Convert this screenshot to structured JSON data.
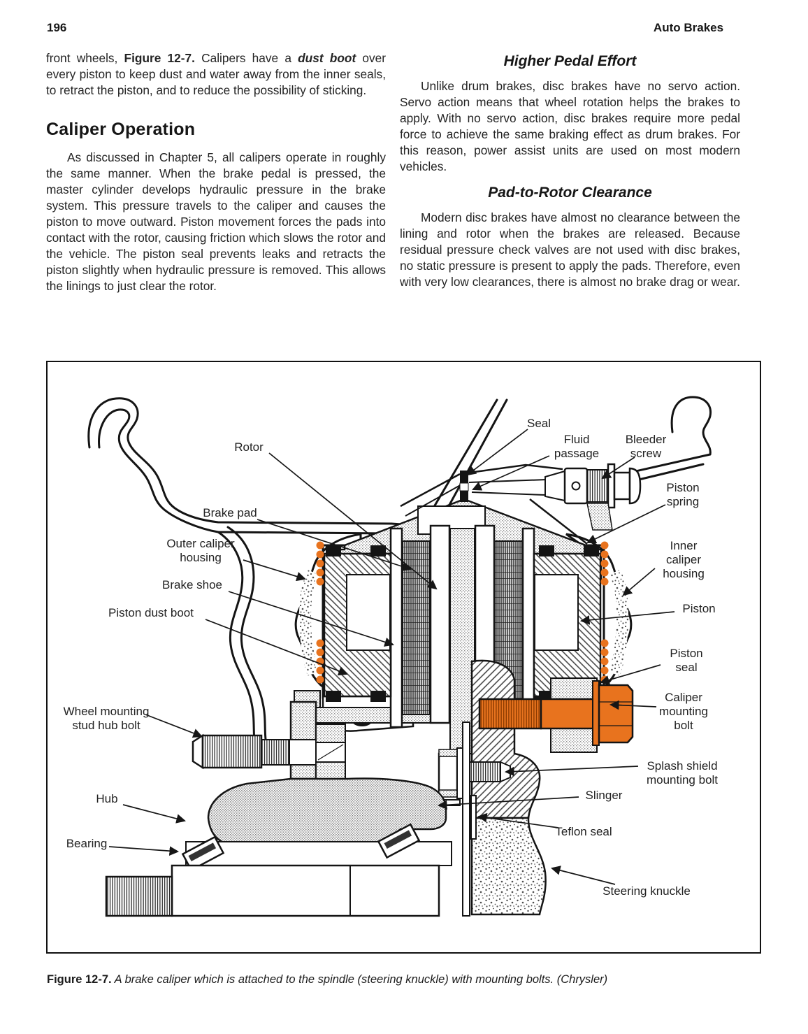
{
  "page": {
    "number": "196",
    "running_head": "Auto Brakes"
  },
  "left_column": {
    "continuation": [
      {
        "text": "front wheels, "
      },
      {
        "text": "Figure 12-7.",
        "style": "bold"
      },
      {
        "text": " Calipers have a "
      },
      {
        "text": "dust boot",
        "style": "bold-italic"
      },
      {
        "text": " over every piston to keep dust and water away from the inner seals, to retract the piston, and to reduce the possibility of sticking."
      }
    ],
    "section_heading": "Caliper Operation",
    "paragraph": "As discussed in Chapter 5, all calipers operate in roughly the same manner. When the brake pedal is pressed, the master cylinder develops hydraulic pressure in the brake system. This pressure travels to the caliper and causes the piston to move outward. Piston movement forces the pads into contact with the rotor, causing friction which slows the rotor and the vehicle. The piston seal prevents leaks and retracts the piston slightly when hydraulic pressure is removed. This allows the linings to just clear the rotor."
  },
  "right_column": {
    "sections": [
      {
        "heading": "Higher Pedal Effort",
        "paragraph": "Unlike drum brakes, disc brakes have no servo action. Servo action means that wheel rotation helps the brakes to apply. With no servo action, disc brakes require more pedal force to achieve the same braking effect as drum brakes. For this reason, power assist units are used on most modern vehicles."
      },
      {
        "heading": "Pad-to-Rotor Clearance",
        "paragraph": "Modern disc brakes have almost no clearance between the lining and rotor when the brakes are released. Because residual pressure check valves are not used with disc brakes, no static pressure is present to apply the pads. Therefore, even with very low clearances, there is almost no brake drag or wear."
      }
    ]
  },
  "figure": {
    "accent_color": "#e8731e",
    "labels": [
      {
        "name": "seal",
        "text": "Seal"
      },
      {
        "name": "fluid-passage",
        "text": "Fluid passage"
      },
      {
        "name": "bleeder-screw",
        "text": "Bleeder screw"
      },
      {
        "name": "rotor",
        "text": "Rotor"
      },
      {
        "name": "piston-spring",
        "text": "Piston spring"
      },
      {
        "name": "brake-pad",
        "text": "Brake pad"
      },
      {
        "name": "outer-caliper-housing",
        "text": "Outer caliper housing"
      },
      {
        "name": "inner-caliper-housing",
        "text": "Inner caliper housing"
      },
      {
        "name": "brake-shoe",
        "text": "Brake shoe"
      },
      {
        "name": "piston-dust-boot",
        "text": "Piston dust boot"
      },
      {
        "name": "piston",
        "text": "Piston"
      },
      {
        "name": "piston-seal",
        "text": "Piston seal"
      },
      {
        "name": "wheel-mounting-stud-hub-bolt",
        "text": "Wheel mounting stud hub bolt"
      },
      {
        "name": "caliper-mounting-bolt",
        "text": "Caliper mounting bolt"
      },
      {
        "name": "splash-shield-mounting-bolt",
        "text": "Splash shield mounting bolt"
      },
      {
        "name": "hub",
        "text": "Hub"
      },
      {
        "name": "slinger",
        "text": "Slinger"
      },
      {
        "name": "bearing",
        "text": "Bearing"
      },
      {
        "name": "teflon-seal",
        "text": "Teflon seal"
      },
      {
        "name": "steering-knuckle",
        "text": "Steering knuckle"
      }
    ],
    "caption": {
      "label": "Figure 12-7.",
      "text": " A brake caliper which is attached to the spindle (steering knuckle) with mounting bolts. (Chrysler)"
    }
  }
}
